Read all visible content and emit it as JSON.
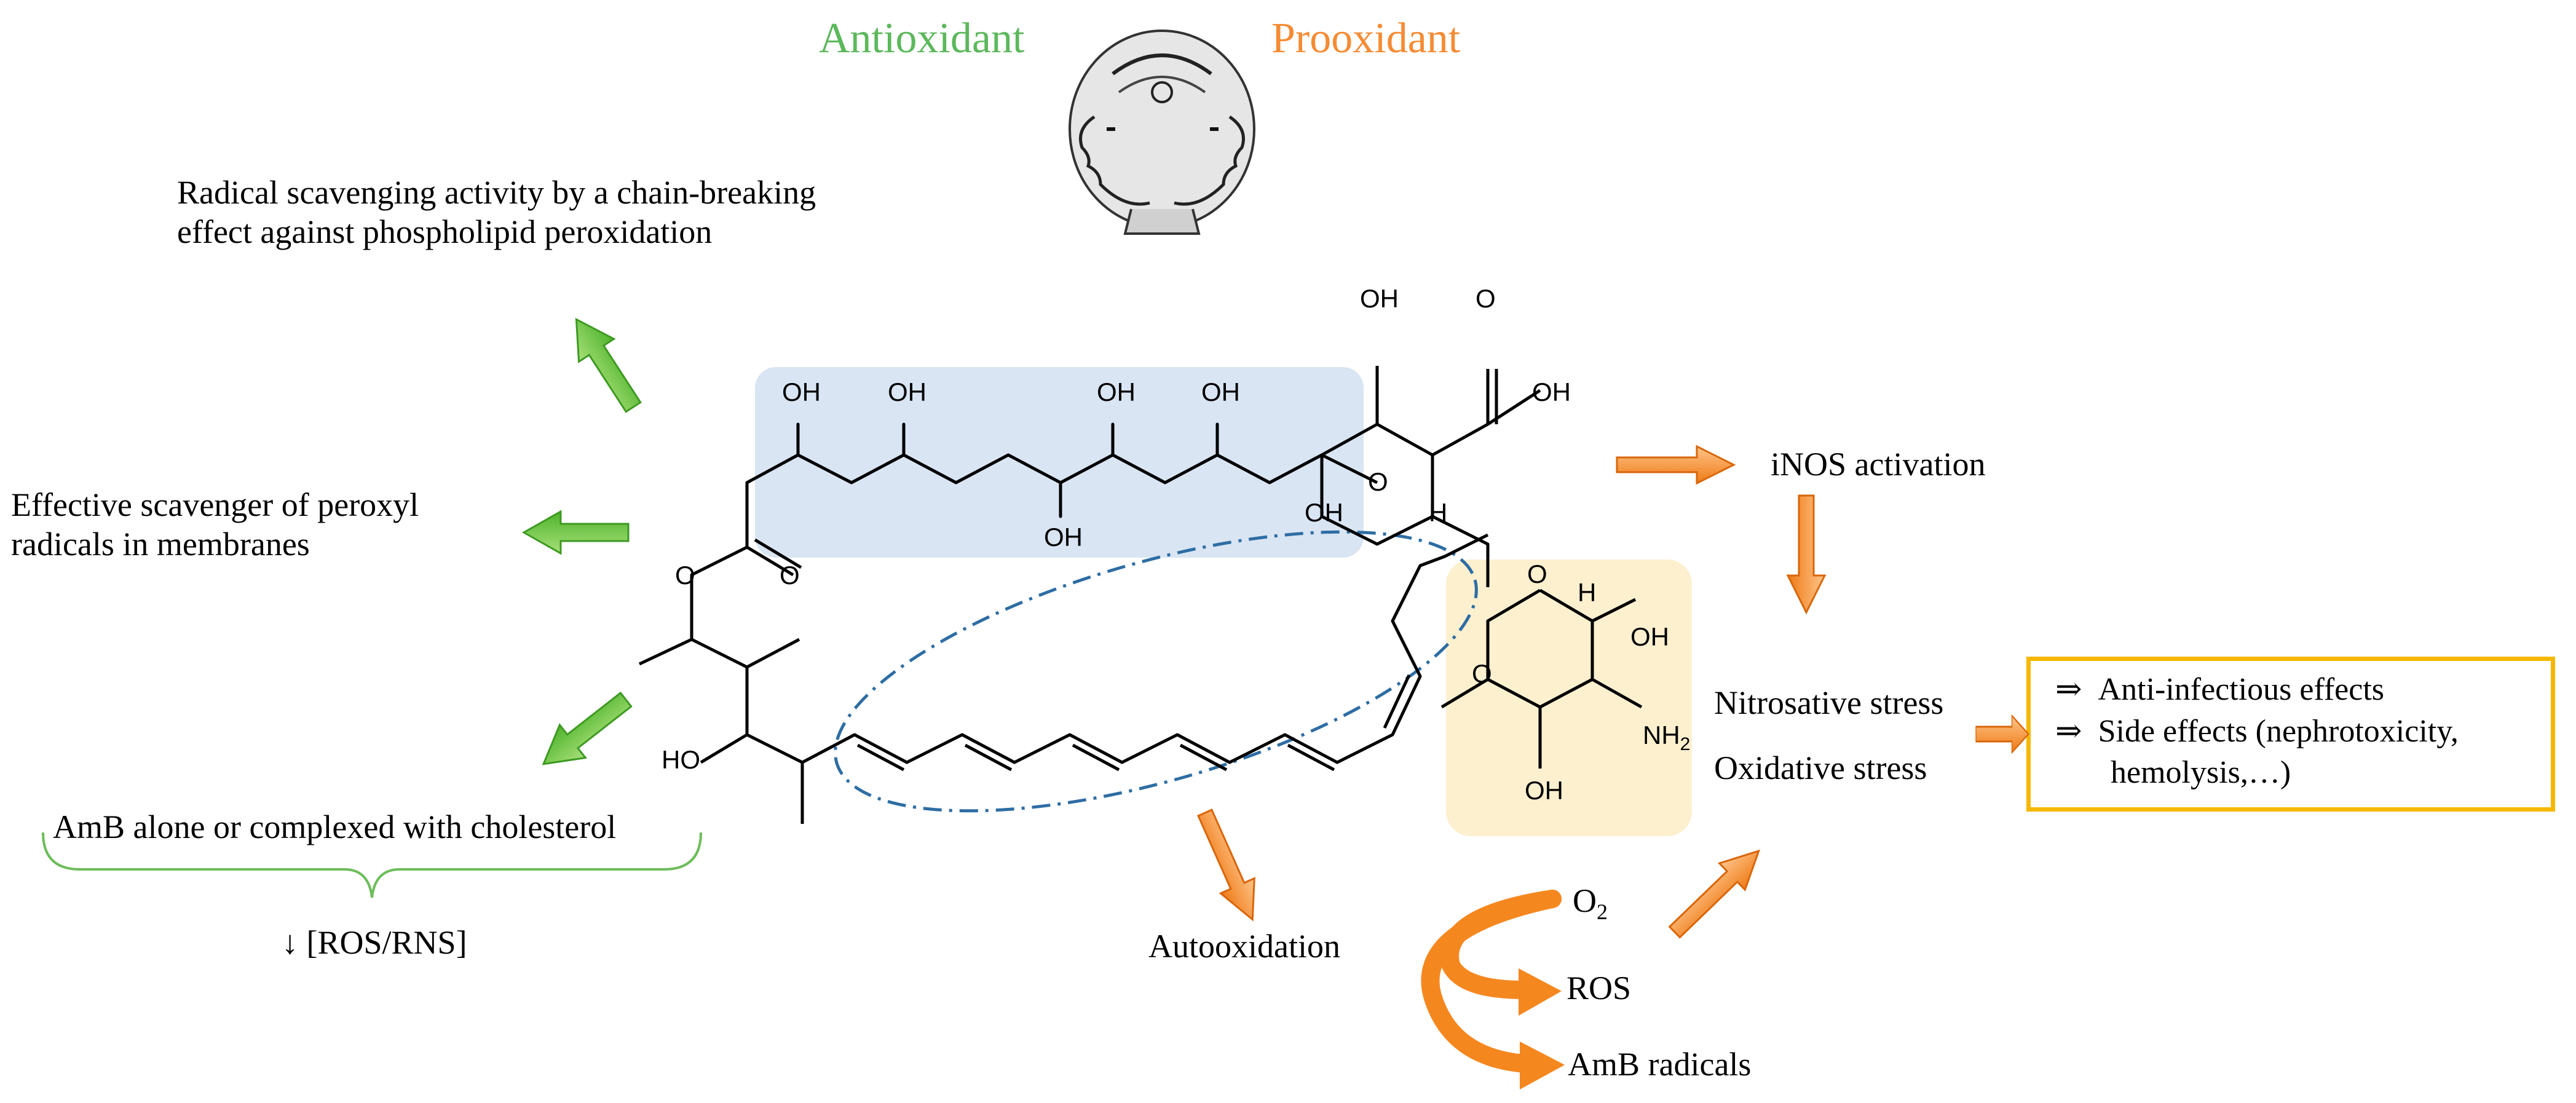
{
  "header": {
    "antioxidant": "Antioxidant",
    "prooxidant": "Prooxidant"
  },
  "left_effects": {
    "radical_scavenging": [
      "Radical scavenging activity by a chain-breaking",
      "effect against phospholipid peroxidation"
    ],
    "peroxyl_scavenger": [
      "Effective scavenger of peroxyl",
      "radicals in membranes"
    ],
    "amb_alone": "AmB alone or complexed with cholesterol",
    "ros_rns_decrease": "↓ [ROS/RNS]"
  },
  "right_effects": {
    "inos": "iNOS activation",
    "nitrosative": "Nitrosative stress",
    "oxidative": "Oxidative stress",
    "outcomes": [
      {
        "symbol": "⇒",
        "lines": [
          "Anti-infectious effects"
        ]
      },
      {
        "symbol": "⇒",
        "lines": [
          "Side effects (nephrotoxicity,",
          "hemolysis,…)"
        ]
      }
    ]
  },
  "bottom": {
    "autooxidation": "Autooxidation",
    "o2": "O",
    "o2_sub": "2",
    "ros": "ROS",
    "amb_radicals": "AmB radicals"
  },
  "molecule": {
    "oh": "OH",
    "o": "O",
    "h": "H",
    "ho": "HO",
    "nh2": "NH",
    "nh2_sub": "2"
  },
  "colors": {
    "antioxidant": "#5cb85c",
    "prooxidant": "#f68b33",
    "green_arrow": "#66cc44",
    "orange_arrow": "#f5871f",
    "polyol_box": "#d9e5f3",
    "sugar_box": "#fdf0cf",
    "outcome_border": "#f5b800",
    "ellipse": "#2e6da4",
    "brace": "#6dbd5a"
  },
  "icons": {
    "janus": "janus-head-icon"
  }
}
